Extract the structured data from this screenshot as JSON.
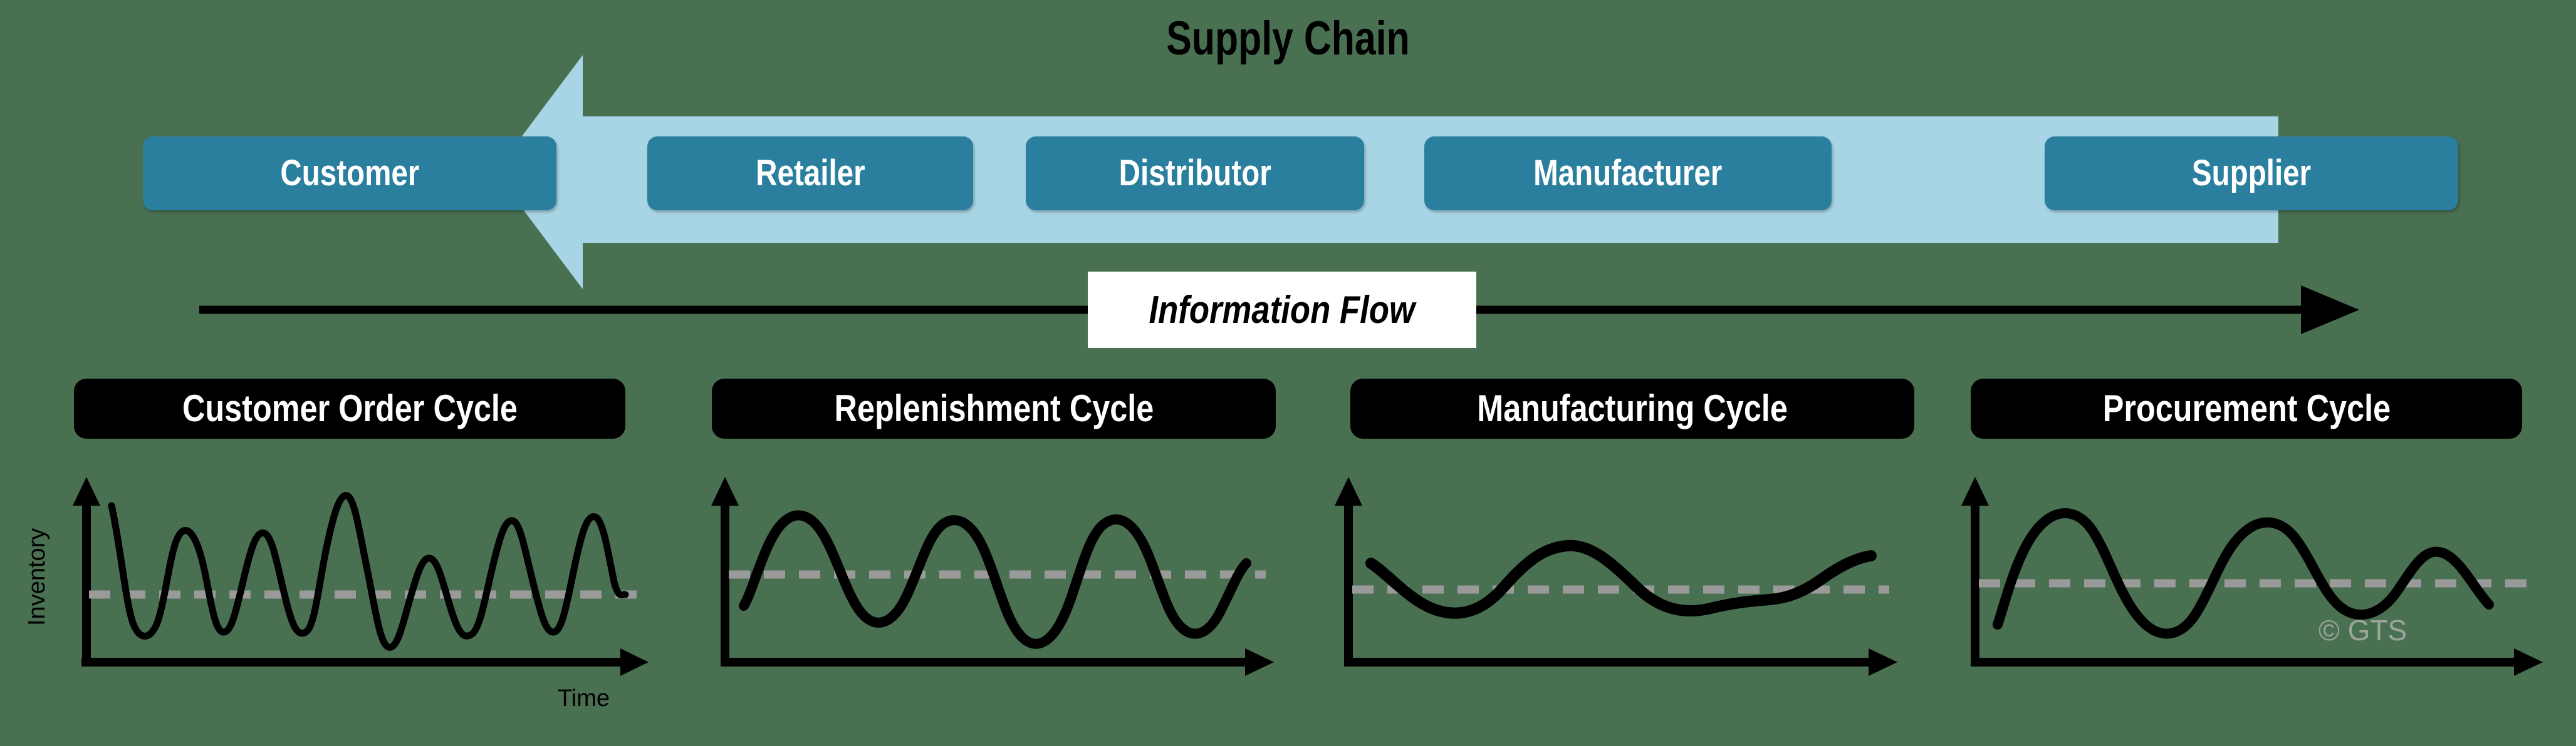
{
  "colors": {
    "background_green": "#4a7052",
    "band_light_blue": "#a8d5e5",
    "box_teal": "#2b7f9e",
    "pill_black": "#000000",
    "text_white": "#ffffff",
    "mean_line_gray": "#9a9a9a",
    "watermark_gray": "#9aa69b"
  },
  "title": "Supply Chain",
  "supply_chain": {
    "direction": "right-to-left",
    "stages": [
      {
        "label": "Customer"
      },
      {
        "label": "Retailer"
      },
      {
        "label": "Distributor"
      },
      {
        "label": "Manufacturer"
      },
      {
        "label": "Supplier"
      }
    ]
  },
  "information_flow": {
    "label": "Information Flow",
    "direction": "left-to-right"
  },
  "cycles": [
    {
      "label": "Customer Order Cycle"
    },
    {
      "label": "Replenishment Cycle"
    },
    {
      "label": "Manufacturing Cycle"
    },
    {
      "label": "Procurement Cycle"
    }
  ],
  "axes": {
    "y_label": "Inventory",
    "x_label": "Time"
  },
  "watermark": "© GTS",
  "chart_data": [
    {
      "type": "line",
      "title": "Customer Order Cycle",
      "xlabel": "Time",
      "ylabel": "Inventory",
      "mean_line": 0,
      "grid": false,
      "legend": "none",
      "xlim": [
        0,
        7.2
      ],
      "ylim": [
        -1.25,
        1.25
      ],
      "series": [
        {
          "name": "Inventory level",
          "description": "high-frequency high-amplitude oscillation, about 7 cycles",
          "x": [
            0.0,
            0.18,
            0.42,
            0.68,
            0.95,
            1.22,
            1.48,
            1.75,
            2.02,
            2.28,
            2.55,
            2.82,
            3.08,
            3.35,
            3.62,
            3.88,
            4.15,
            4.42,
            4.68,
            4.95,
            5.22,
            5.48,
            5.75,
            6.02,
            6.28,
            6.55,
            6.82,
            7.05
          ],
          "y": [
            1.05,
            0.3,
            -0.72,
            -0.05,
            0.82,
            -0.15,
            -0.7,
            0.6,
            0.1,
            -0.68,
            1.1,
            0.05,
            -0.95,
            0.45,
            0.35,
            -0.55,
            0.1,
            0.85,
            0.0,
            -0.8,
            0.15,
            0.9,
            -0.1,
            -0.72,
            0.25,
            0.88,
            0.05,
            0.0
          ]
        }
      ]
    },
    {
      "type": "line",
      "title": "Replenishment Cycle",
      "xlabel": "",
      "ylabel": "",
      "mean_line": 0,
      "grid": false,
      "legend": "none",
      "xlim": [
        0,
        3.3
      ],
      "ylim": [
        -1.1,
        1.1
      ],
      "series": [
        {
          "name": "Inventory level",
          "description": "medium-frequency oscillation, about 3 cycles",
          "x": [
            0.0,
            0.2,
            0.45,
            0.75,
            1.0,
            1.3,
            1.55,
            1.85,
            2.1,
            2.4,
            2.65,
            2.95,
            3.15
          ],
          "y": [
            -0.45,
            0.15,
            0.88,
            0.2,
            -0.7,
            -0.1,
            0.82,
            -0.1,
            -0.92,
            0.05,
            0.9,
            -0.78,
            0.05
          ]
        }
      ]
    },
    {
      "type": "line",
      "title": "Manufacturing Cycle",
      "xlabel": "",
      "ylabel": "",
      "mean_line": 0,
      "grid": false,
      "legend": "none",
      "xlim": [
        0,
        2.2
      ],
      "ylim": [
        -0.7,
        0.7
      ],
      "series": [
        {
          "name": "Inventory level",
          "description": "low-frequency low-amplitude oscillation, about 2 shallow cycles",
          "x": [
            0.0,
            0.25,
            0.5,
            0.75,
            1.0,
            1.25,
            1.5,
            1.75,
            2.0,
            2.15
          ],
          "y": [
            0.22,
            -0.1,
            -0.35,
            -0.1,
            0.42,
            0.2,
            -0.12,
            -0.25,
            0.02,
            0.28
          ]
        }
      ]
    },
    {
      "type": "line",
      "title": "Procurement Cycle",
      "xlabel": "",
      "ylabel": "",
      "mean_line": 0,
      "grid": false,
      "legend": "none",
      "xlim": [
        0,
        2.3
      ],
      "ylim": [
        -1.0,
        1.0
      ],
      "series": [
        {
          "name": "Inventory level",
          "description": "low-frequency high-amplitude oscillation, about 2 cycles",
          "x": [
            0.0,
            0.2,
            0.45,
            0.7,
            0.95,
            1.2,
            1.45,
            1.7,
            1.95,
            2.15
          ],
          "y": [
            -0.62,
            0.3,
            0.82,
            0.15,
            -0.72,
            -0.15,
            0.72,
            0.55,
            -0.18,
            -0.55
          ]
        }
      ]
    }
  ]
}
